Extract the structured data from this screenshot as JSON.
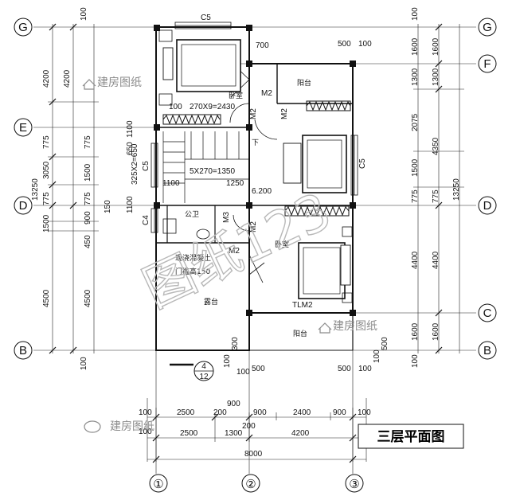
{
  "title": "三层平面图",
  "watermarks": {
    "brand": "建房图纸",
    "big_mark": "图纸123"
  },
  "axis_labels": {
    "G": "G",
    "F": "F",
    "E": "E",
    "D": "D",
    "C": "C",
    "B": "B",
    "n1": "①",
    "n2": "②",
    "n3": "③"
  },
  "rooms": {
    "bedroom_top": "卧室",
    "balcony_top": "阳台",
    "bedroom_right": "卧室",
    "toilet": "公卫",
    "terrace": "露台",
    "balcony_bottom": "阳台",
    "concrete_note_1": "现浇混凝土",
    "concrete_note_2": "门槛高150",
    "elevation": "6.200",
    "stair_note": "下"
  },
  "openings": {
    "c5_top": "C5",
    "c5_left": "C5",
    "c5_right": "C5",
    "c4": "C4",
    "m2_a": "M2",
    "m2_b": "M2",
    "m2_c": "M2",
    "m2_d": "M2",
    "m2_e": "M2",
    "m3": "M3",
    "tlm2": "TLM2"
  },
  "stairs": {
    "upper": "270X9=2430",
    "lower": "5X270=1350",
    "side": "325X2=650"
  },
  "section_mark": {
    "num": "4",
    "sheet": "12"
  },
  "dims_left_outer": [
    "100",
    "4200",
    "775",
    "3050",
    "775",
    "1500",
    "4500",
    "100"
  ],
  "dims_left_inner": [
    "4200",
    "775",
    "1500",
    "775",
    "900",
    "450",
    "4500"
  ],
  "dims_left_total": "13250",
  "dims_right_outer": [
    "100",
    "1600",
    "1300",
    "2075",
    "1500",
    "775",
    "4400",
    "1600",
    "100"
  ],
  "dims_right_inner": [
    "1600",
    "1300",
    "4350",
    "775",
    "4400",
    "1600"
  ],
  "dims_right_total": "13250",
  "dims_bottom_row1": [
    "100",
    "2500",
    "200",
    "900",
    "900",
    "2400",
    "900",
    "100"
  ],
  "dims_bottom_row2": [
    "2500",
    "1300",
    "4200"
  ],
  "dims_bottom_total": "8000",
  "dims_misc": {
    "d700": "700",
    "d500a": "500",
    "d100a": "100",
    "d100b": "100",
    "d1100a": "1100",
    "d1100b": "1100",
    "d1250": "1250",
    "d650": "650",
    "d1100c": "1100",
    "d150": "150",
    "d300": "300",
    "d100c": "100",
    "d500b": "500",
    "d100d": "100",
    "d500c": "500",
    "d100e": "100",
    "d100f": "100",
    "d500d": "500",
    "d200a": "200",
    "d100g": "100",
    "d200b": "200",
    "d100h": "100"
  }
}
